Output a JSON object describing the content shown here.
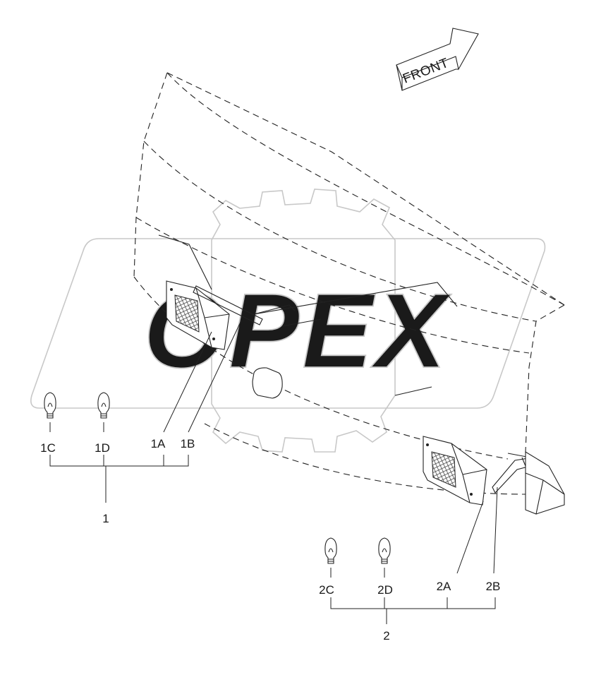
{
  "diagram": {
    "orientation_label": "FRONT",
    "watermark_text": "OPEX",
    "corner_mark": "",
    "assemblies": [
      {
        "label": "1",
        "parts": [
          {
            "label": "1C",
            "icon": "bulb-icon"
          },
          {
            "label": "1D",
            "icon": "bulb-icon"
          },
          {
            "label": "1A",
            "icon": "lamp-housing"
          },
          {
            "label": "1B",
            "icon": "lamp-harness"
          }
        ]
      },
      {
        "label": "2",
        "parts": [
          {
            "label": "2C",
            "icon": "bulb-icon"
          },
          {
            "label": "2D",
            "icon": "bulb-icon"
          },
          {
            "label": "2A",
            "icon": "lamp-housing"
          },
          {
            "label": "2B",
            "icon": "lamp-harness"
          }
        ]
      }
    ],
    "colors": {
      "line": "#222222",
      "watermark": "#c8c8c8",
      "background": "#ffffff"
    }
  }
}
